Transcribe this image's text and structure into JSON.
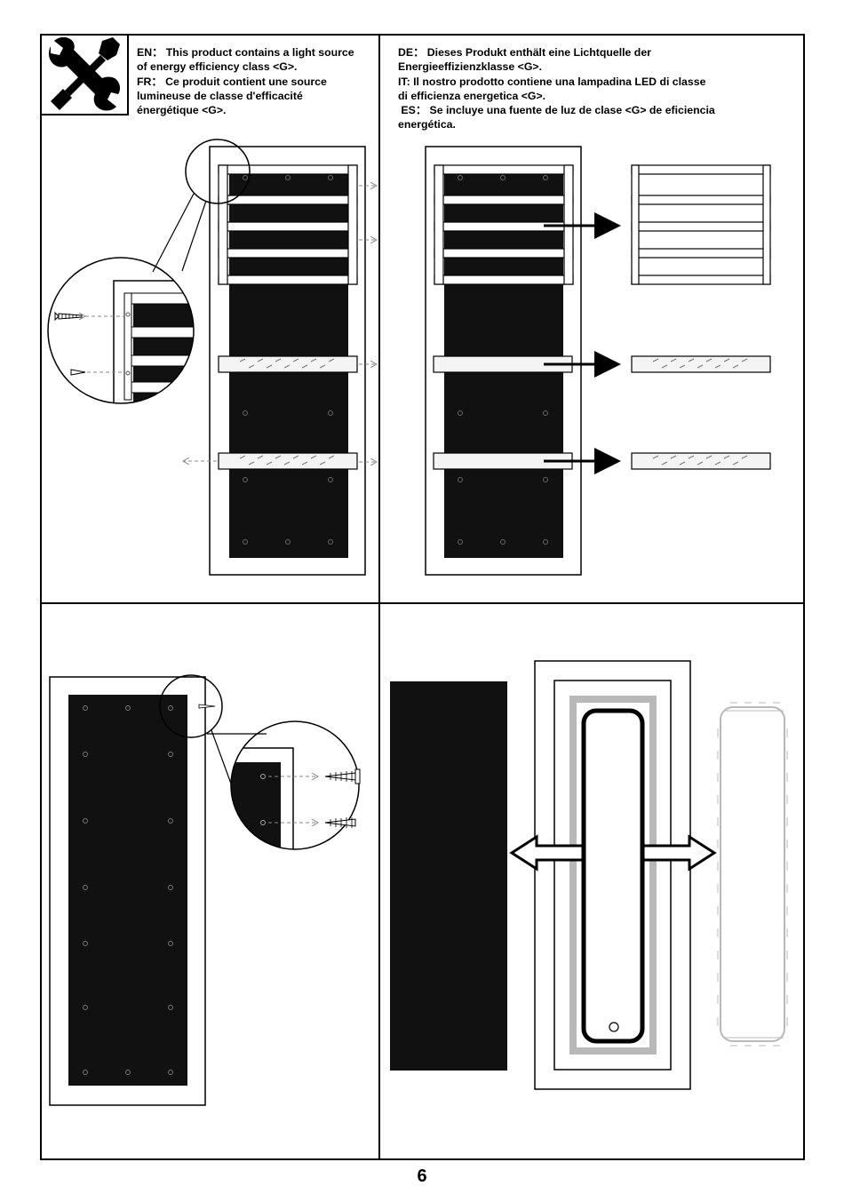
{
  "page": {
    "number": "6"
  },
  "notice": {
    "left": [
      "EN： This product contains a light source",
      "of energy efficiency class <G>.",
      "FR： Ce produit contient une source",
      "lumineuse de classe d'efficacité",
      "énergétique <G>."
    ],
    "right": [
      "DE： Dieses Produkt enthält eine Lichtquelle der",
      "Energieeffizienzklasse <G>.",
      "IT: Il nostro prodotto contiene una lampadina LED di classe",
      "di efficienza energetica <G>.",
      " ES： Se incluye una fuente de luz de clase <G> de eficiencia",
      "energética."
    ]
  },
  "icons": {
    "tools": "wrench-screwdriver-icon",
    "screw": "screw-icon",
    "arrow": "arrow-right-icon",
    "double_arrow": "double-arrow-icon"
  },
  "colors": {
    "ink": "#000000",
    "panel": "#111111",
    "led": "#b8b8b8",
    "paper": "#ffffff"
  }
}
